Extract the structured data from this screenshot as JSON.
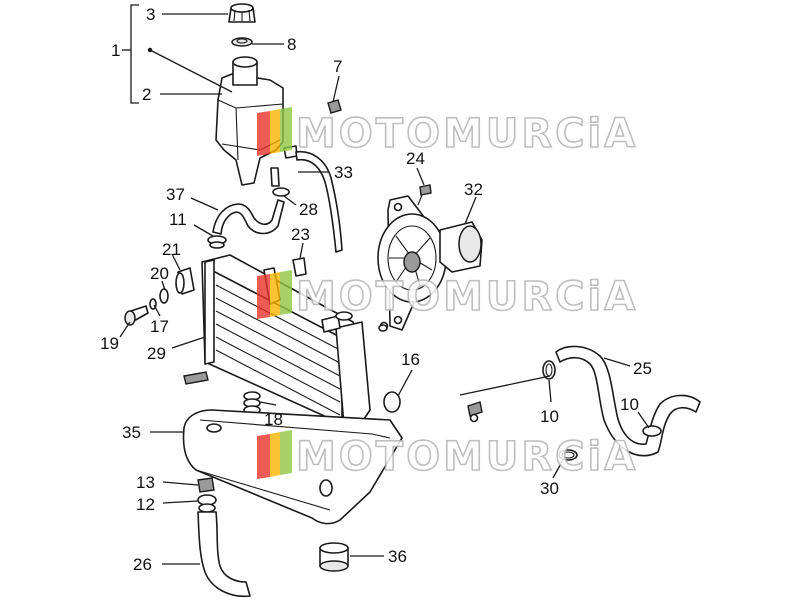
{
  "diagram": {
    "callouts": [
      "1",
      "2",
      "3",
      "8",
      "7",
      "33",
      "24",
      "32",
      "28",
      "37",
      "11",
      "23",
      "21",
      "20",
      "17",
      "19",
      "29",
      "16",
      "25",
      "10",
      "10",
      "18",
      "35",
      "13",
      "12",
      "30",
      "26",
      "36"
    ],
    "watermark": {
      "text": "MOTOMURCIA",
      "colors": [
        "#e7332a",
        "#f6b500",
        "#8ec641"
      ]
    }
  }
}
